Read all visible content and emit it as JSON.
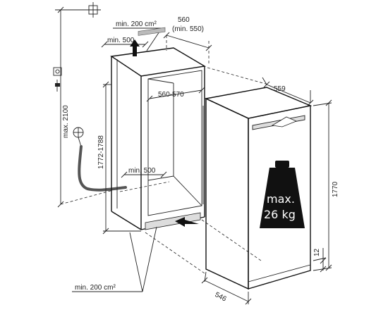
{
  "labels": {
    "vent_top": "min. 200 cm²",
    "top_gap": "min. 500",
    "depth_top_a": "560",
    "depth_top_b": "(min. 550)",
    "niche_width": "560-570",
    "appliance_width": "559",
    "niche_height": "1772-1788",
    "max_height": "max. 2100",
    "inner_gap": "min. 500",
    "appliance_height": "1770",
    "plinth_gap": "12",
    "appliance_depth": "546",
    "vent_bottom": "min. 200 cm²"
  },
  "weight": {
    "line1": "max.",
    "line2": "26 kg"
  },
  "icons": [
    "crosshair-icon",
    "socket-icon",
    "plug-icon",
    "water-tap-icon",
    "weight-icon"
  ]
}
